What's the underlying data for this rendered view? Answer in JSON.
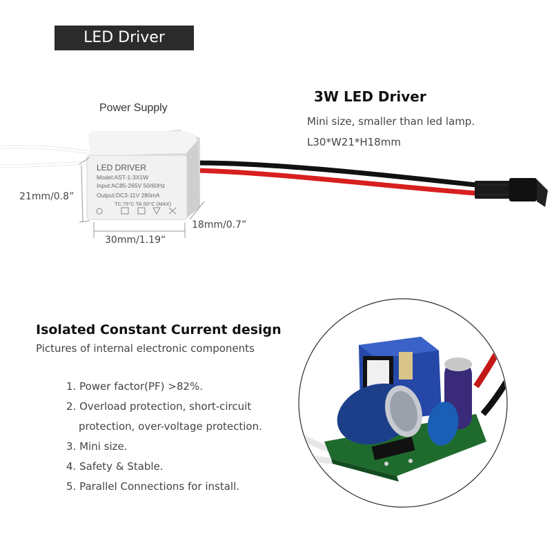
{
  "header": {
    "title": "LED Driver"
  },
  "product": {
    "power_supply_label": "Power Supply",
    "heading": "3W LED Driver",
    "desc_line1": "Mini size, smaller than led lamp.",
    "desc_line2": "L30*W21*H18mm",
    "case_text": {
      "brand": "LED DRIVER",
      "model": "Model:AST-1-3X1W",
      "input": "Input:AC85-265V 50/60Hz",
      "output": "Output:DC3-11V   280mA",
      "temp": "TC:75°C  TA:50°C (MAX)"
    },
    "dimensions": {
      "height": "21mm/0.8”",
      "depth": "18mm/0.7”",
      "width": "30mm/1.19“"
    }
  },
  "design": {
    "heading": "Isolated Constant Current  design",
    "subtitle": "Pictures of internal electronic components",
    "features": [
      "1. Power factor(PF) >82%.",
      "2. Overload protection, short-circuit",
      "protection, over-voltage protection.",
      "3. Mini size.",
      "4. Safety & Stable.",
      "5. Parallel Connections for install."
    ]
  },
  "colors": {
    "title_bg": "#2b2b2b",
    "wire_red": "#d81f1f",
    "wire_black": "#111111",
    "pcb_green": "#1f6b2e",
    "capacitor_blue": "#1d3f8a",
    "transformer_blue": "#2547a8"
  }
}
